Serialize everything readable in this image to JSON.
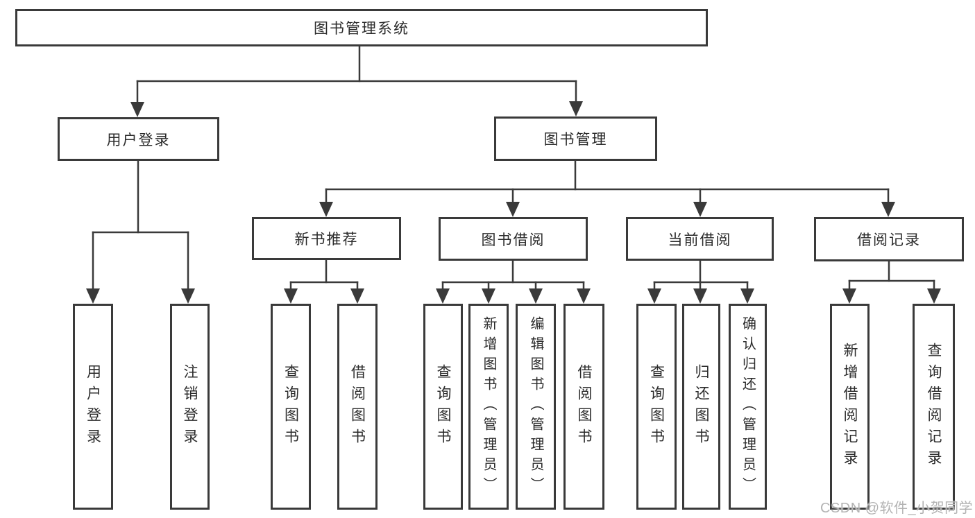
{
  "diagram": {
    "tree": {
      "label": "图书管理系统",
      "children": [
        {
          "label": "用户登录",
          "children": [
            {
              "label": "用户登录"
            },
            {
              "label": "注销登录"
            }
          ]
        },
        {
          "label": "图书管理",
          "children": [
            {
              "label": "新书推荐",
              "children": [
                {
                  "label": "查询图书"
                },
                {
                  "label": "借阅图书"
                }
              ]
            },
            {
              "label": "图书借阅",
              "children": [
                {
                  "label": "查询图书"
                },
                {
                  "label": "新增图书（管理员）"
                },
                {
                  "label": "编辑图书（管理员）"
                },
                {
                  "label": "借阅图书"
                }
              ]
            },
            {
              "label": "当前借阅",
              "children": [
                {
                  "label": "查询图书"
                },
                {
                  "label": "归还图书"
                },
                {
                  "label": "确认归还（管理员）"
                }
              ]
            },
            {
              "label": "借阅记录",
              "children": [
                {
                  "label": "新增借阅记录"
                },
                {
                  "label": "查询借阅记录"
                }
              ]
            }
          ]
        }
      ]
    },
    "colors": {
      "line": "#3a3a3a",
      "text": "#2b2b2b",
      "background": "#ffffff",
      "watermark": "#b3b3b3"
    }
  },
  "watermark": {
    "text": "CSDN @软件_小贺同学"
  }
}
